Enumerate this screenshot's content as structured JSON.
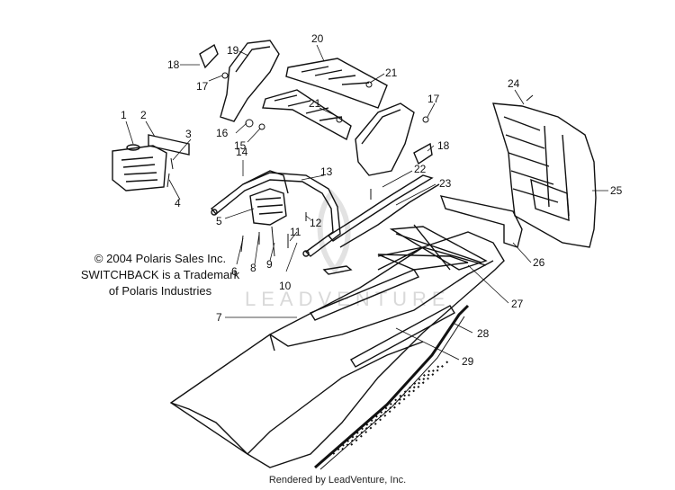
{
  "copyright": {
    "line1": "© 2004 Polaris Sales Inc.",
    "line2": "SWITCHBACK is a Trademark",
    "line3": "of Polaris Industries"
  },
  "watermark": "LEADVENTURE",
  "footer": "Rendered by LeadVenture, Inc.",
  "callouts": [
    "1",
    "2",
    "3",
    "4",
    "5",
    "6",
    "7",
    "8",
    "9",
    "10",
    "11",
    "12",
    "13",
    "14",
    "15",
    "16",
    "17",
    "17",
    "18",
    "18",
    "19",
    "20",
    "21",
    "21",
    "22",
    "23",
    "24",
    "25",
    "26",
    "27",
    "28",
    "29"
  ]
}
